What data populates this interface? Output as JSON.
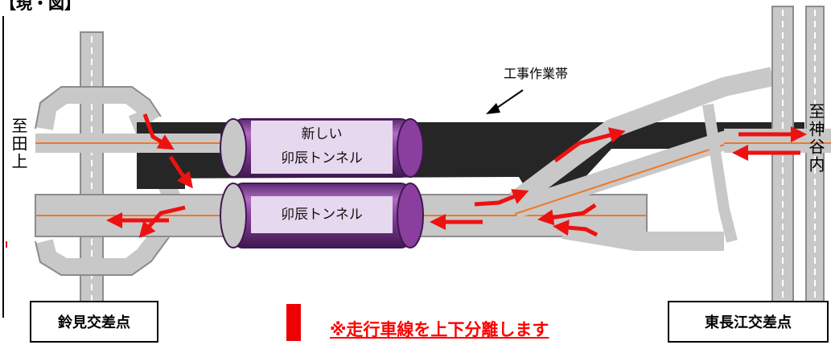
{
  "heading": "【現・図】",
  "work_zone_label": "工事作業帯",
  "left_direction": "至田上",
  "right_direction": "至神谷内",
  "new_tunnel_label_line1": "新しい",
  "new_tunnel_label_line2": "卯辰トンネル",
  "old_tunnel_label": "卯辰トンネル",
  "left_intersection": "鈴見交差点",
  "right_intersection": "東長江交差点",
  "notice": "※走行車線を上下分離します",
  "colors": {
    "road": "#c8c8c8",
    "road_edge": "#8c8c8c",
    "work_zone": "#262626",
    "center_line": "#f07828",
    "arrow": "#ee1111",
    "tunnel": "#8a3f9e",
    "tunnel_label_bg": "#e6d8ee"
  }
}
